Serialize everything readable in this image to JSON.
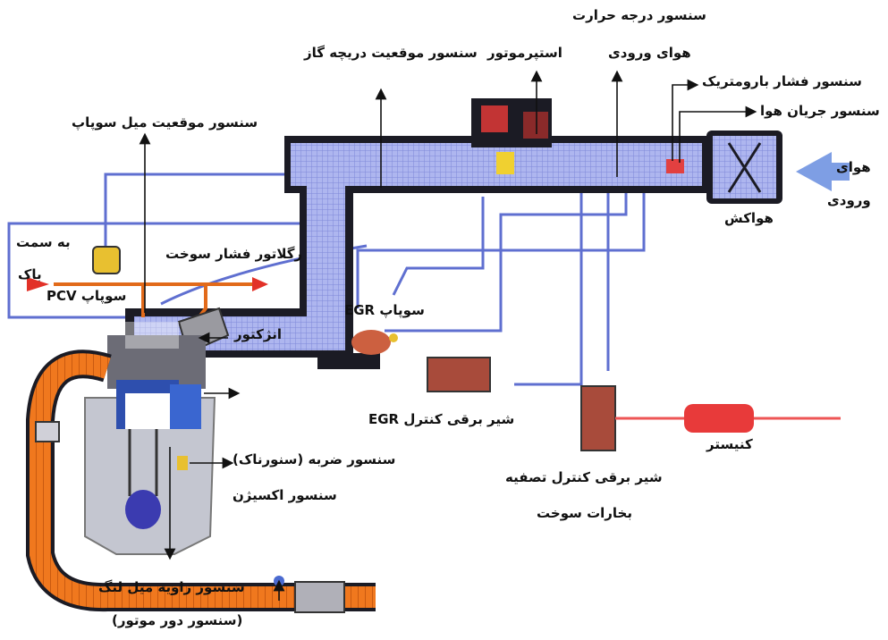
{
  "diagram": {
    "labels": {
      "intake_air_temp_sensor_line1": "سنسور درجه حرارت",
      "intake_air_temp_sensor_line2": "هوای ورودی",
      "throttle_position_sensor": "سنسور موقعیت دریچه گاز",
      "stepper_motor": "استپرموتور",
      "barometric_pressure_sensor": "سنسور فشار بارومتریک",
      "air_flow_sensor": "سنسور جریان هوا",
      "camshaft_position_sensor": "سنسور موقعیت میل سوپاپ",
      "inlet_air_line1": "هوای",
      "inlet_air_line2": "ورودی",
      "air_filter": "هواکش",
      "to_tank_line1": "به سمت",
      "to_tank_line2": "باک",
      "fuel_pressure_regulator": "رگلاتور فشار سوخت",
      "pcv_valve": "سوپاپ PCV",
      "egr_valve": "سوپاپ EGR",
      "injector": "انژکتور",
      "egr_control_solenoid": "شیر برقی کنترل EGR",
      "canister": "کنیستر",
      "knock_sensor": "سنسور ضربه (سنورناک)",
      "oxygen_sensor": "سنسور اکسیژن",
      "purge_solenoid_line1": "شیر برقی کنترل تصفیه",
      "purge_solenoid_line2": "بخارات سوخت",
      "crank_angle_sensor_line1": "سنسور زاویه میل لنگ",
      "crank_angle_sensor_line2": "(سنسور دور موتور)"
    },
    "colors": {
      "intake_fill": "#aeb6ef",
      "intake_grid": "#7f88d8",
      "body_dark": "#1b1b24",
      "exhaust": "#f0781e",
      "vacuum_line": "#5f6fd0",
      "fuel_line": "#e26a1a",
      "fuel_arrow": "#e23128",
      "egr_solenoid": "#a84b3b",
      "canister": "#e83a3a",
      "canister_line": "#ee5555",
      "engine_block": "#c4c6d0",
      "inlet_arrow": "#7e9ee4"
    }
  }
}
